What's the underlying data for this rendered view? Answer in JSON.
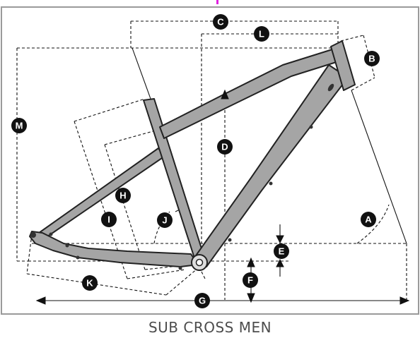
{
  "caption": "SUB CROSS MEN",
  "labels": {
    "a": "A",
    "b": "B",
    "c": "C",
    "d": "D",
    "e": "E",
    "f": "F",
    "g": "G",
    "h": "H",
    "i": "I",
    "j": "J",
    "k": "K",
    "l": "L",
    "m": "M"
  },
  "colors": {
    "frame_fill": "#a5a5a5",
    "frame_outline": "#222222",
    "line": "#111111",
    "badge": "#111111",
    "border": "#9a9a9a",
    "caption": "#4d4d4d",
    "accent": "#e020e0"
  }
}
